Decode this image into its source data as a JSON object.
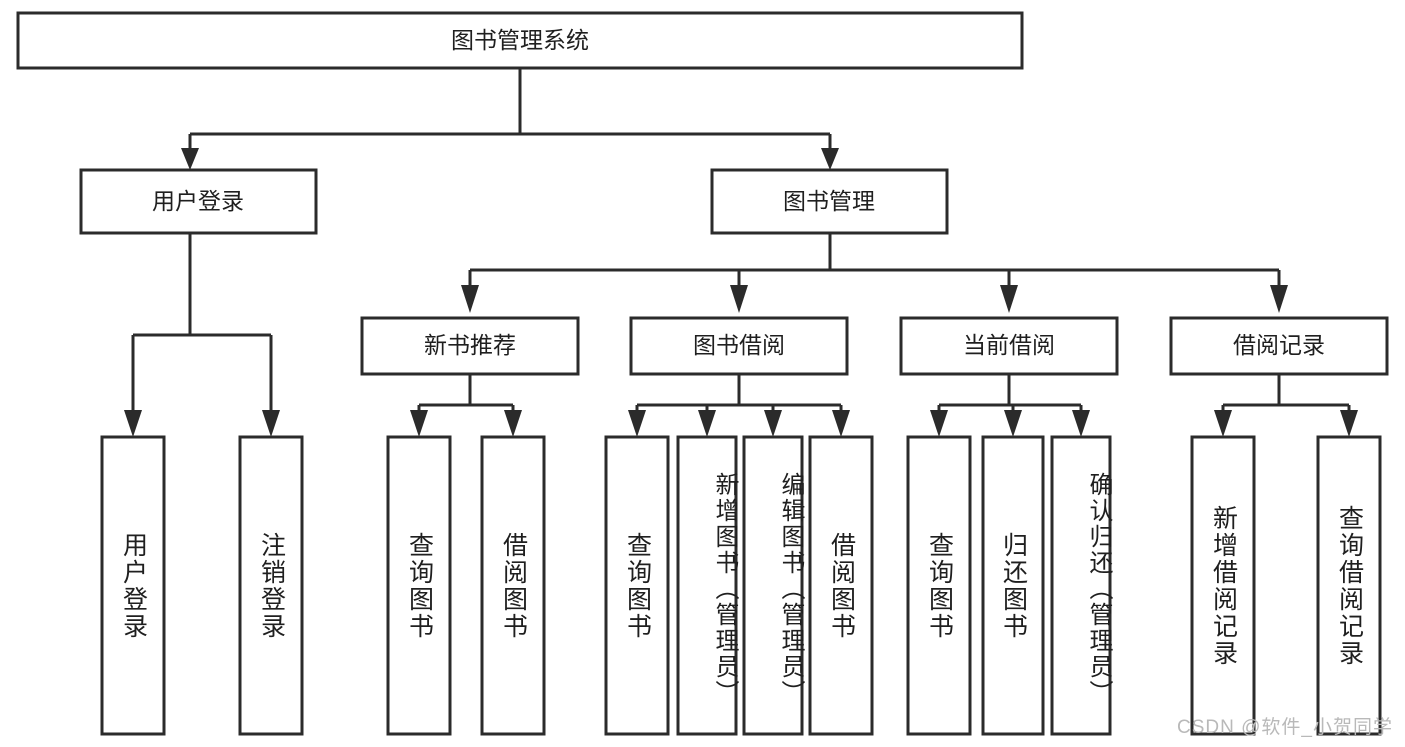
{
  "diagram": {
    "type": "hierarchy-tree",
    "title": "图书管理系统",
    "orientation": "top-down",
    "levels": 4,
    "colors": {
      "box_stroke": "#2b2b2b",
      "box_fill": "#ffffff",
      "connector": "#2b2b2b",
      "text": "#1f1f1f",
      "background": "#ffffff",
      "watermark": "#b9b9b9"
    }
  },
  "root": {
    "label": "图书管理系统"
  },
  "level2": [
    {
      "id": "user-login",
      "label": "用户登录"
    },
    {
      "id": "book-management",
      "label": "图书管理"
    }
  ],
  "level3": [
    {
      "id": "new-book-recommend",
      "label": "新书推荐",
      "parent": "book-management"
    },
    {
      "id": "book-borrow",
      "label": "图书借阅",
      "parent": "book-management"
    },
    {
      "id": "current-borrow",
      "label": "当前借阅",
      "parent": "book-management"
    },
    {
      "id": "borrow-record",
      "label": "借阅记录",
      "parent": "book-management"
    }
  ],
  "leaves": [
    {
      "id": "leaf-user-login",
      "label": "用户登录",
      "parent": "user-login"
    },
    {
      "id": "leaf-logout-login",
      "label": "注销登录",
      "parent": "user-login"
    },
    {
      "id": "leaf-query-book-1",
      "label": "查询图书",
      "parent": "new-book-recommend"
    },
    {
      "id": "leaf-borrow-book-1",
      "label": "借阅图书",
      "parent": "new-book-recommend"
    },
    {
      "id": "leaf-query-book-2",
      "label": "查询图书",
      "parent": "book-borrow"
    },
    {
      "id": "leaf-add-book",
      "label": "新增图书（管理员）",
      "parent": "book-borrow"
    },
    {
      "id": "leaf-edit-book",
      "label": "编辑图书（管理员）",
      "parent": "book-borrow"
    },
    {
      "id": "leaf-borrow-book-2",
      "label": "借阅图书",
      "parent": "book-borrow"
    },
    {
      "id": "leaf-query-book-3",
      "label": "查询图书",
      "parent": "current-borrow"
    },
    {
      "id": "leaf-return-book",
      "label": "归还图书",
      "parent": "current-borrow"
    },
    {
      "id": "leaf-confirm-return",
      "label": "确认归还（管理员）",
      "parent": "current-borrow"
    },
    {
      "id": "leaf-add-record",
      "label": "新增借阅记录",
      "parent": "borrow-record"
    },
    {
      "id": "leaf-query-record",
      "label": "查询借阅记录",
      "parent": "borrow-record"
    }
  ],
  "watermark": {
    "text": "CSDN @软件_小贺同学"
  }
}
